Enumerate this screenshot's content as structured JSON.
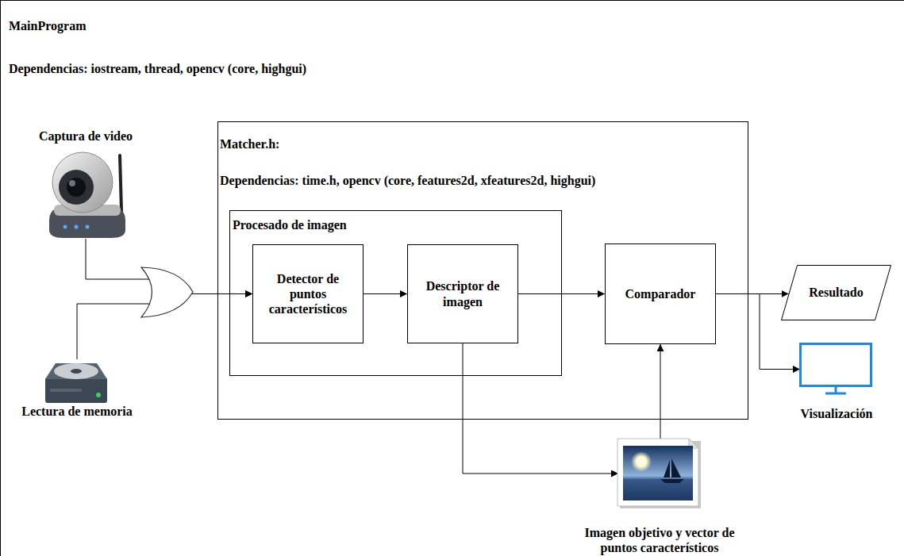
{
  "diagram": {
    "nodes": [
      {
        "text": [
          "MainProgram",
          "Dependencias: iostream, thread, opencv (core, highgui)"
        ]
      },
      {
        "text": [
          "Captura de video"
        ],
        "in": 0
      },
      {
        "text": [
          "Lectura de memoria"
        ],
        "in": 0
      },
      {
        "text": [
          "Matcher.h:",
          "Dependencias: time.h, opencv (core, features2d, xfeatures2d, highgui)"
        ],
        "in": 0
      },
      {
        "text": [
          "Procesado de imagen"
        ],
        "in": 3
      },
      {
        "text": [
          "Detector de puntos característicos"
        ],
        "in": 4
      },
      {
        "text": [
          "Descriptor de imagen"
        ],
        "in": 4
      },
      {
        "text": [
          "Comparador"
        ],
        "in": 3
      },
      {
        "text": [
          "Resultado"
        ],
        "in": 0
      },
      {
        "text": [
          "Visualización"
        ],
        "in": 0
      },
      {
        "text": [
          "Imagen objetivo y vector de puntos característicos"
        ],
        "in": 0
      }
    ],
    "edges": [
      {
        "from": 1,
        "to": 5,
        "arrow": "to"
      },
      {
        "from": 2,
        "to": 5,
        "arrow": "to"
      },
      {
        "from": 5,
        "to": 6,
        "arrow": "to"
      },
      {
        "from": 6,
        "to": 7,
        "arrow": "to"
      },
      {
        "from": 7,
        "to": 8,
        "arrow": "to"
      },
      {
        "from": 7,
        "to": 9,
        "arrow": "to"
      },
      {
        "from": 6,
        "to": 10,
        "arrow": "to"
      },
      {
        "from": 10,
        "to": 7,
        "arrow": "to"
      }
    ]
  }
}
